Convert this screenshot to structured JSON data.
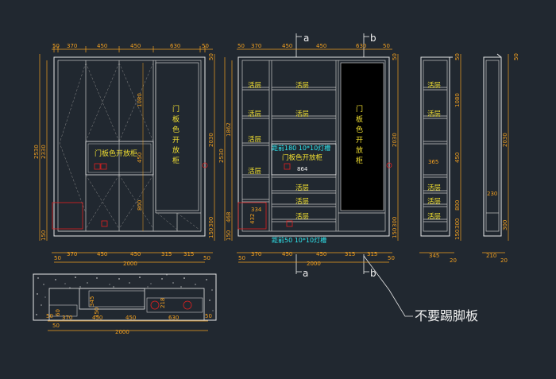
{
  "front_elevation": {
    "top_dims": [
      "50",
      "370",
      "450",
      "450",
      "630",
      "50"
    ],
    "bottom_dims": [
      "50",
      "370",
      "450",
      "450",
      "315",
      "315",
      "50"
    ],
    "total_width": "2000",
    "left_dims": [
      "2530",
      "2330"
    ],
    "left_small": "150",
    "right_dims": [
      "2030",
      "150",
      "300",
      "50"
    ],
    "mid_dims": [
      "1080",
      "450",
      "800"
    ],
    "center_label": "门板色开放柜",
    "right_label_chars": [
      "门",
      "板",
      "色",
      "开",
      "放",
      "柜"
    ]
  },
  "section_elevation": {
    "top_dims": [
      "50",
      "370",
      "450",
      "450",
      "630",
      "50"
    ],
    "bottom_dims": [
      "50",
      "370",
      "450",
      "450",
      "315",
      "315",
      "50"
    ],
    "total_width": "2000",
    "left_dims": [
      "1862",
      "2530",
      "468",
      "150"
    ],
    "right_dims": [
      "2030",
      "150",
      "300",
      "50"
    ],
    "shelf_label": "活层",
    "light_top": "距前180 10*10灯槽",
    "light_bottom": "距前50 10*10灯槽",
    "center_label": "门板色开放柜",
    "small_dims": [
      "864",
      "334",
      "432"
    ],
    "right_label_chars": [
      "门",
      "板",
      "色",
      "开",
      "放",
      "柜"
    ],
    "section_a": "a",
    "section_b": "b"
  },
  "side_a": {
    "dims": [
      "50",
      "1080",
      "450",
      "800",
      "300",
      "150",
      "365"
    ],
    "bottom": [
      "345",
      "20"
    ],
    "shelf_label": "活层"
  },
  "side_b": {
    "dims": [
      "50",
      "2030",
      "230",
      "300"
    ],
    "bottom": [
      "210",
      "20"
    ]
  },
  "plan": {
    "dims": [
      "50",
      "370",
      "450",
      "450",
      "630",
      "50"
    ],
    "total": "2000",
    "small": [
      "345",
      "218",
      "150",
      "60"
    ]
  },
  "note": "不要踢脚板"
}
